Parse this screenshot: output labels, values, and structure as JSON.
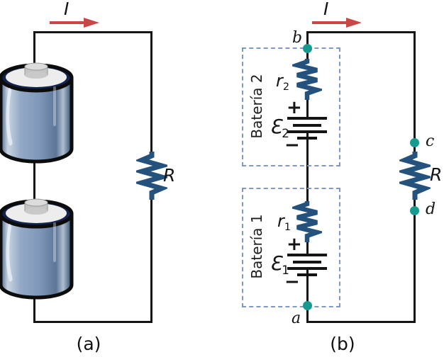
{
  "colors": {
    "wire": "#141414",
    "resistor": "#24527d",
    "node": "#179a8e",
    "box_border": "#7e99c6",
    "arrow": "#c94747"
  },
  "panel_a": {
    "caption": "(a)",
    "current_label": "I",
    "resistor_label": "R"
  },
  "panel_b": {
    "caption": "(b)",
    "current_label": "I",
    "resistor_label": "R",
    "nodes": {
      "b": "b",
      "a": "a",
      "c": "c",
      "d": "d"
    },
    "battery2": {
      "box_label": "Batería 2",
      "r_label": "r",
      "r_sub": "2",
      "emf_label": "Ɛ",
      "emf_sub": "2",
      "plus": "+",
      "minus": "−"
    },
    "battery1": {
      "box_label": "Batería 1",
      "r_label": "r",
      "r_sub": "1",
      "emf_label": "Ɛ",
      "emf_sub": "1",
      "plus": "+",
      "minus": "−"
    }
  }
}
